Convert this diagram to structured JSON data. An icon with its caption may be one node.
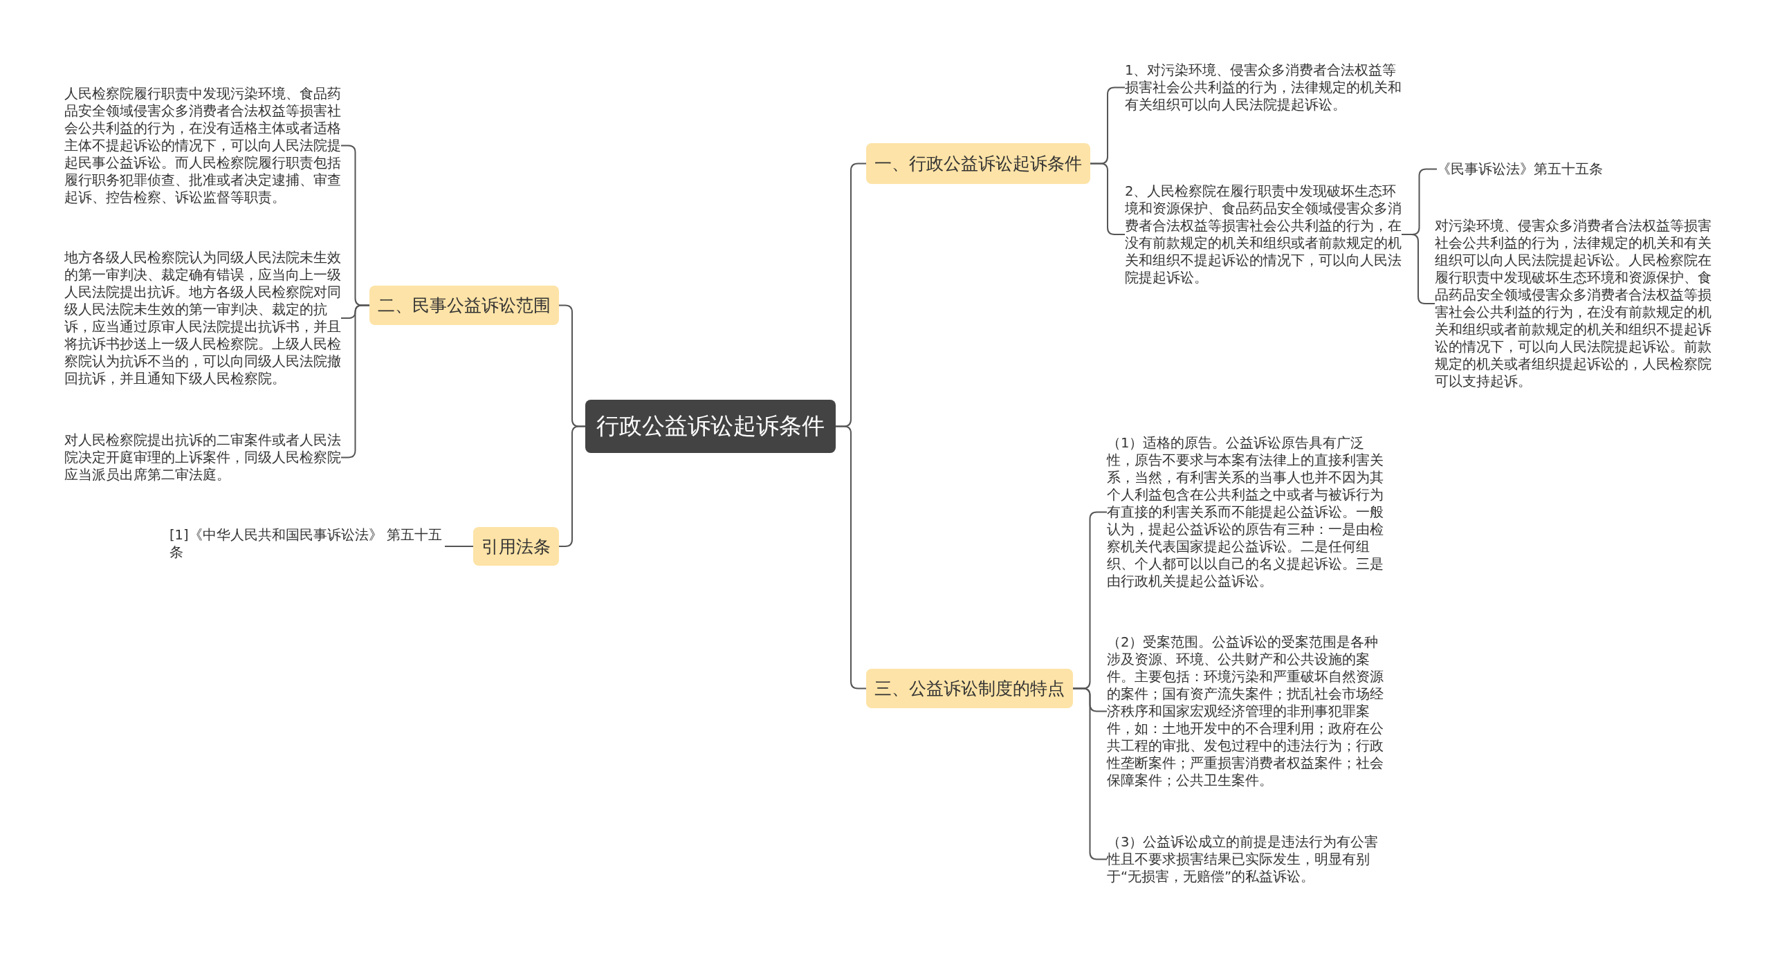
{
  "diagram": {
    "nodes": [
      {
        "text": [
          "行政公益诉讼起诉条件"
        ]
      },
      {
        "text": [
          "一、行政公益诉讼起诉条件"
        ]
      },
      {
        "text": [
          "1、对污染环境、侵害众多消费者合法权益等损害社会公共利益的行为，法律规定的机关和有关组织可以向人民法院提起诉讼。"
        ]
      },
      {
        "text": [
          "2、人民检察院在履行职责中发现破坏生态环境和资源保护、食品药品安全领域侵害众多消费者合法权益等损害社会公共利益的行为，在没有前款规定的机关和组织或者前款规定的机关和组织不提起诉讼的情况下，可以向人民法院提起诉讼。"
        ]
      },
      {
        "text": [
          "《民事诉讼法》第五十五条"
        ]
      },
      {
        "text": [
          "对污染环境、侵害众多消费者合法权益等损害社会公共利益的行为，法律规定的机关和有关组织可以向人民法院提起诉讼。人民检察院在履行职责中发现破坏生态环境和资源保护、食品药品安全领域侵害众多消费者合法权益等损害社会公共利益的行为，在没有前款规定的机关和组织或者前款规定的机关和组织不提起诉讼的情况下，可以向人民法院提起诉讼。前款规定的机关或者组织提起诉讼的，人民检察院可以支持起诉。"
        ]
      },
      {
        "text": [
          "三、公益诉讼制度的特点"
        ]
      },
      {
        "text": [
          "（1）适格的原告。公益诉讼原告具有广泛性，原告不要求与本案有法律上的直接利害关系，当然，有利害关系的当事人也并不因为其个人利益包含在公共利益之中或者与被诉行为有直接的利害关系而不能提起公益诉讼。一般认为，提起公益诉讼的原告有三种：一是由检察机关代表国家提起公益诉讼。二是任何组织、个人都可以以自己的名义提起诉讼。三是由行政机关提起公益诉讼。"
        ]
      },
      {
        "text": [
          "（2）受案范围。公益诉讼的受案范围是各种涉及资源、环境、公共财产和公共设施的案件。主要包括：环境污染和严重破坏自然资源的案件；国有资产流失案件；扰乱社会市场经济秩序和国家宏观经济管理的非刑事犯罪案件，如：土地开发中的不合理利用；政府在公共工程的审批、发包过程中的违法行为；行政性垄断案件；严重损害消费者权益案件；社会保障案件；公共卫生案件。"
        ]
      },
      {
        "text": [
          "（3）公益诉讼成立的前提是违法行为有公害性且不要求损害结果已实际发生，明显有别于“无损害，无赔偿”的私益诉讼。"
        ]
      },
      {
        "text": [
          "二、民事公益诉讼范围"
        ]
      },
      {
        "text": [
          "人民检察院履行职责中发现污染环境、食品药品安全领域侵害众多消费者合法权益等损害社会公共利益的行为，在没有适格主体或者适格主体不提起诉讼的情况下，可以向人民法院提起民事公益诉讼。而人民检察院履行职责包括履行职务犯罪侦查、批准或者决定逮捕、审查起诉、控告检察、诉讼监督等职责。"
        ]
      },
      {
        "text": [
          "地方各级人民检察院认为同级人民法院未生效的第一审判决、裁定确有错误，应当向上一级人民法院提出抗诉。地方各级人民检察院对同级人民法院未生效的第一审判决、裁定的抗诉，应当通过原审人民法院提出抗诉书，并且将抗诉书抄送上一级人民检察院。上级人民检察院认为抗诉不当的，可以向同级人民法院撤回抗诉，并且通知下级人民检察院。"
        ]
      },
      {
        "text": [
          "对人民检察院提出抗诉的二审案件或者人民法院决定开庭审理的上诉案件，同级人民检察院应当派员出席第二审法庭。"
        ]
      },
      {
        "text": [
          "引用法条"
        ]
      },
      {
        "text": [
          "[1]《中华人民共和国民事诉讼法》 第五十五条"
        ]
      }
    ],
    "edges": [
      {
        "from": 0,
        "to": 1,
        "arrow": "none"
      },
      {
        "from": 1,
        "to": 2,
        "arrow": "none"
      },
      {
        "from": 1,
        "to": 3,
        "arrow": "none"
      },
      {
        "from": 3,
        "to": 4,
        "arrow": "none"
      },
      {
        "from": 3,
        "to": 5,
        "arrow": "none"
      },
      {
        "from": 0,
        "to": 6,
        "arrow": "none"
      },
      {
        "from": 6,
        "to": 7,
        "arrow": "none"
      },
      {
        "from": 6,
        "to": 8,
        "arrow": "none"
      },
      {
        "from": 6,
        "to": 9,
        "arrow": "none"
      },
      {
        "from": 0,
        "to": 10,
        "arrow": "none"
      },
      {
        "from": 10,
        "to": 11,
        "arrow": "none"
      },
      {
        "from": 10,
        "to": 12,
        "arrow": "none"
      },
      {
        "from": 10,
        "to": 13,
        "arrow": "none"
      },
      {
        "from": 0,
        "to": 14,
        "arrow": "none"
      },
      {
        "from": 14,
        "to": 15,
        "arrow": "none"
      }
    ]
  }
}
